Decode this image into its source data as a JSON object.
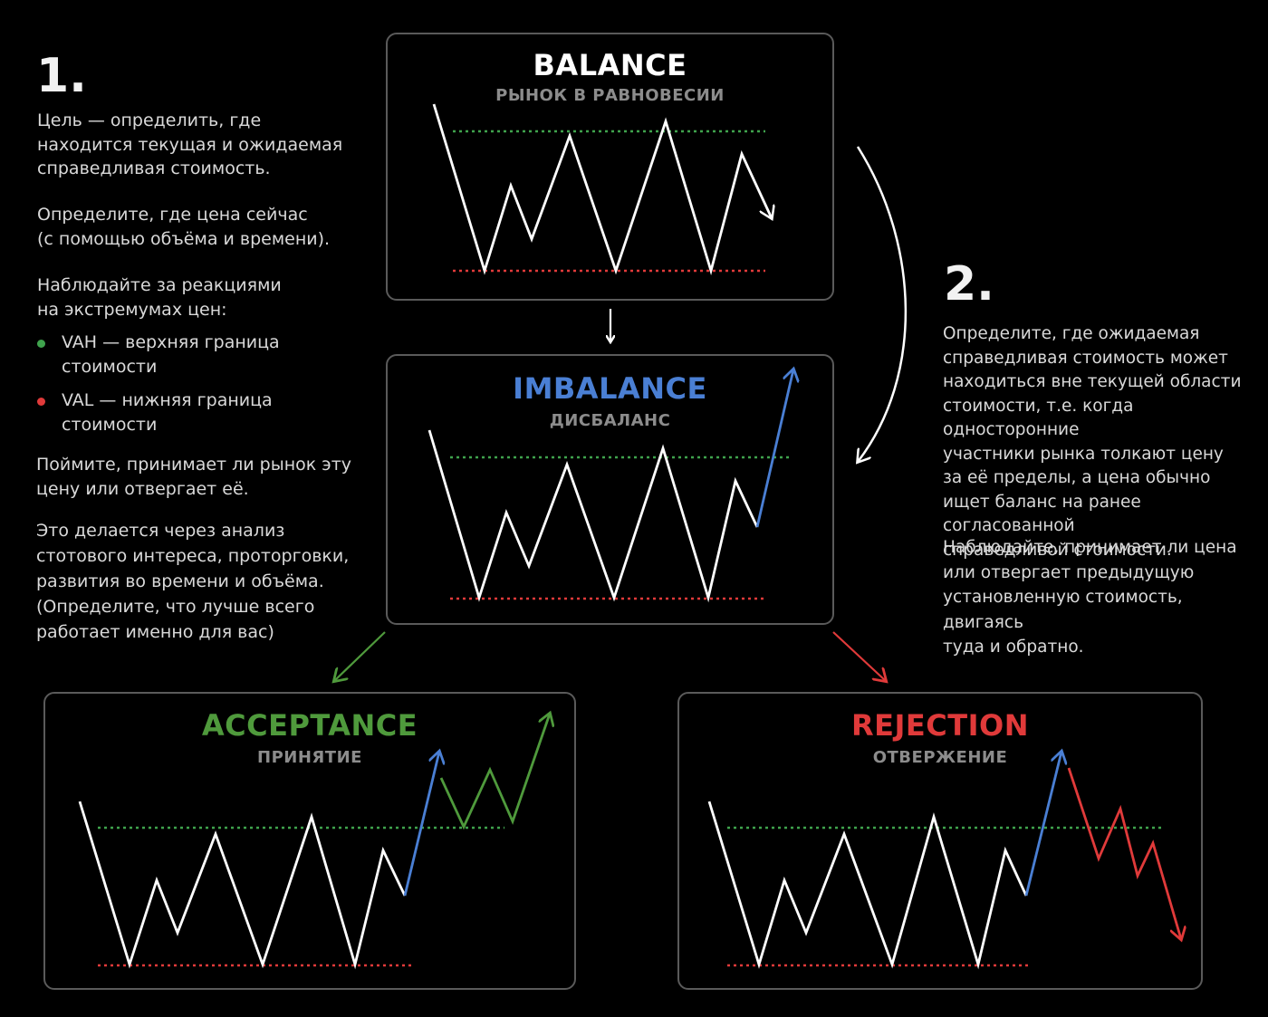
{
  "left": {
    "number": "1.",
    "p1": "Цель — определить, где\nнаходится текущая и ожидаемая\nсправедливая стоимость.",
    "p2": "Определите, где цена сейчас\n(с помощью объёма и времени).",
    "p3": "Наблюдайте за реакциями\nна экстремумах цен:",
    "bullets": [
      {
        "text": "VAH — верхняя граница\nстоимости",
        "color": "#3fa34d"
      },
      {
        "text": "VAL — нижняя граница\nстоимости",
        "color": "#e03a3a"
      }
    ],
    "p4": "Поймите, принимает ли рынок эту\nцену или отвергает её.",
    "p5": "Это делается через анализ\nстотового интереса, проторговки,\nразвития во времени и объёма.\n(Определите, что лучше всего\nработает именно для вас)"
  },
  "right": {
    "number": "2.",
    "p1": "Определите, где ожидаемая\nсправедливая стоимость может\nнаходиться вне текущей области\nстоимости, т.е. когда односторонние\nучастники рынка толкают цену\nза её пределы, а цена обычно\nищет баланс на ранее согласованной\nсправедливой стоимости.",
    "p2": "Наблюдайте, принимает ли цена\nили отвергает предыдущую\nустановленную стоимость, двигаясь\nтуда и обратно."
  },
  "panels": {
    "balance": {
      "title": "BALANCE",
      "subtitle": "РЫНОК В РАВНОВЕСИИ",
      "title_color": "#ffffff"
    },
    "imbalance": {
      "title": "IMBALANCE",
      "subtitle": "ДИСБАЛАНС",
      "title_color": "#4a7fd4"
    },
    "acceptance": {
      "title": "ACCEPTANCE",
      "subtitle": "ПРИНЯТИЕ",
      "title_color": "#4f9a3c"
    },
    "rejection": {
      "title": "REJECTION",
      "subtitle": "ОТВЕРЖЕНИЕ",
      "title_color": "#e03a3a"
    }
  },
  "colors": {
    "price_line": "#ffffff",
    "breakout": "#4a7fd4",
    "vah_line": "#3fa34d",
    "val_line": "#e03a3a",
    "acceptance_arrow": "#4f9a3c",
    "rejection_arrow": "#e03a3a"
  }
}
